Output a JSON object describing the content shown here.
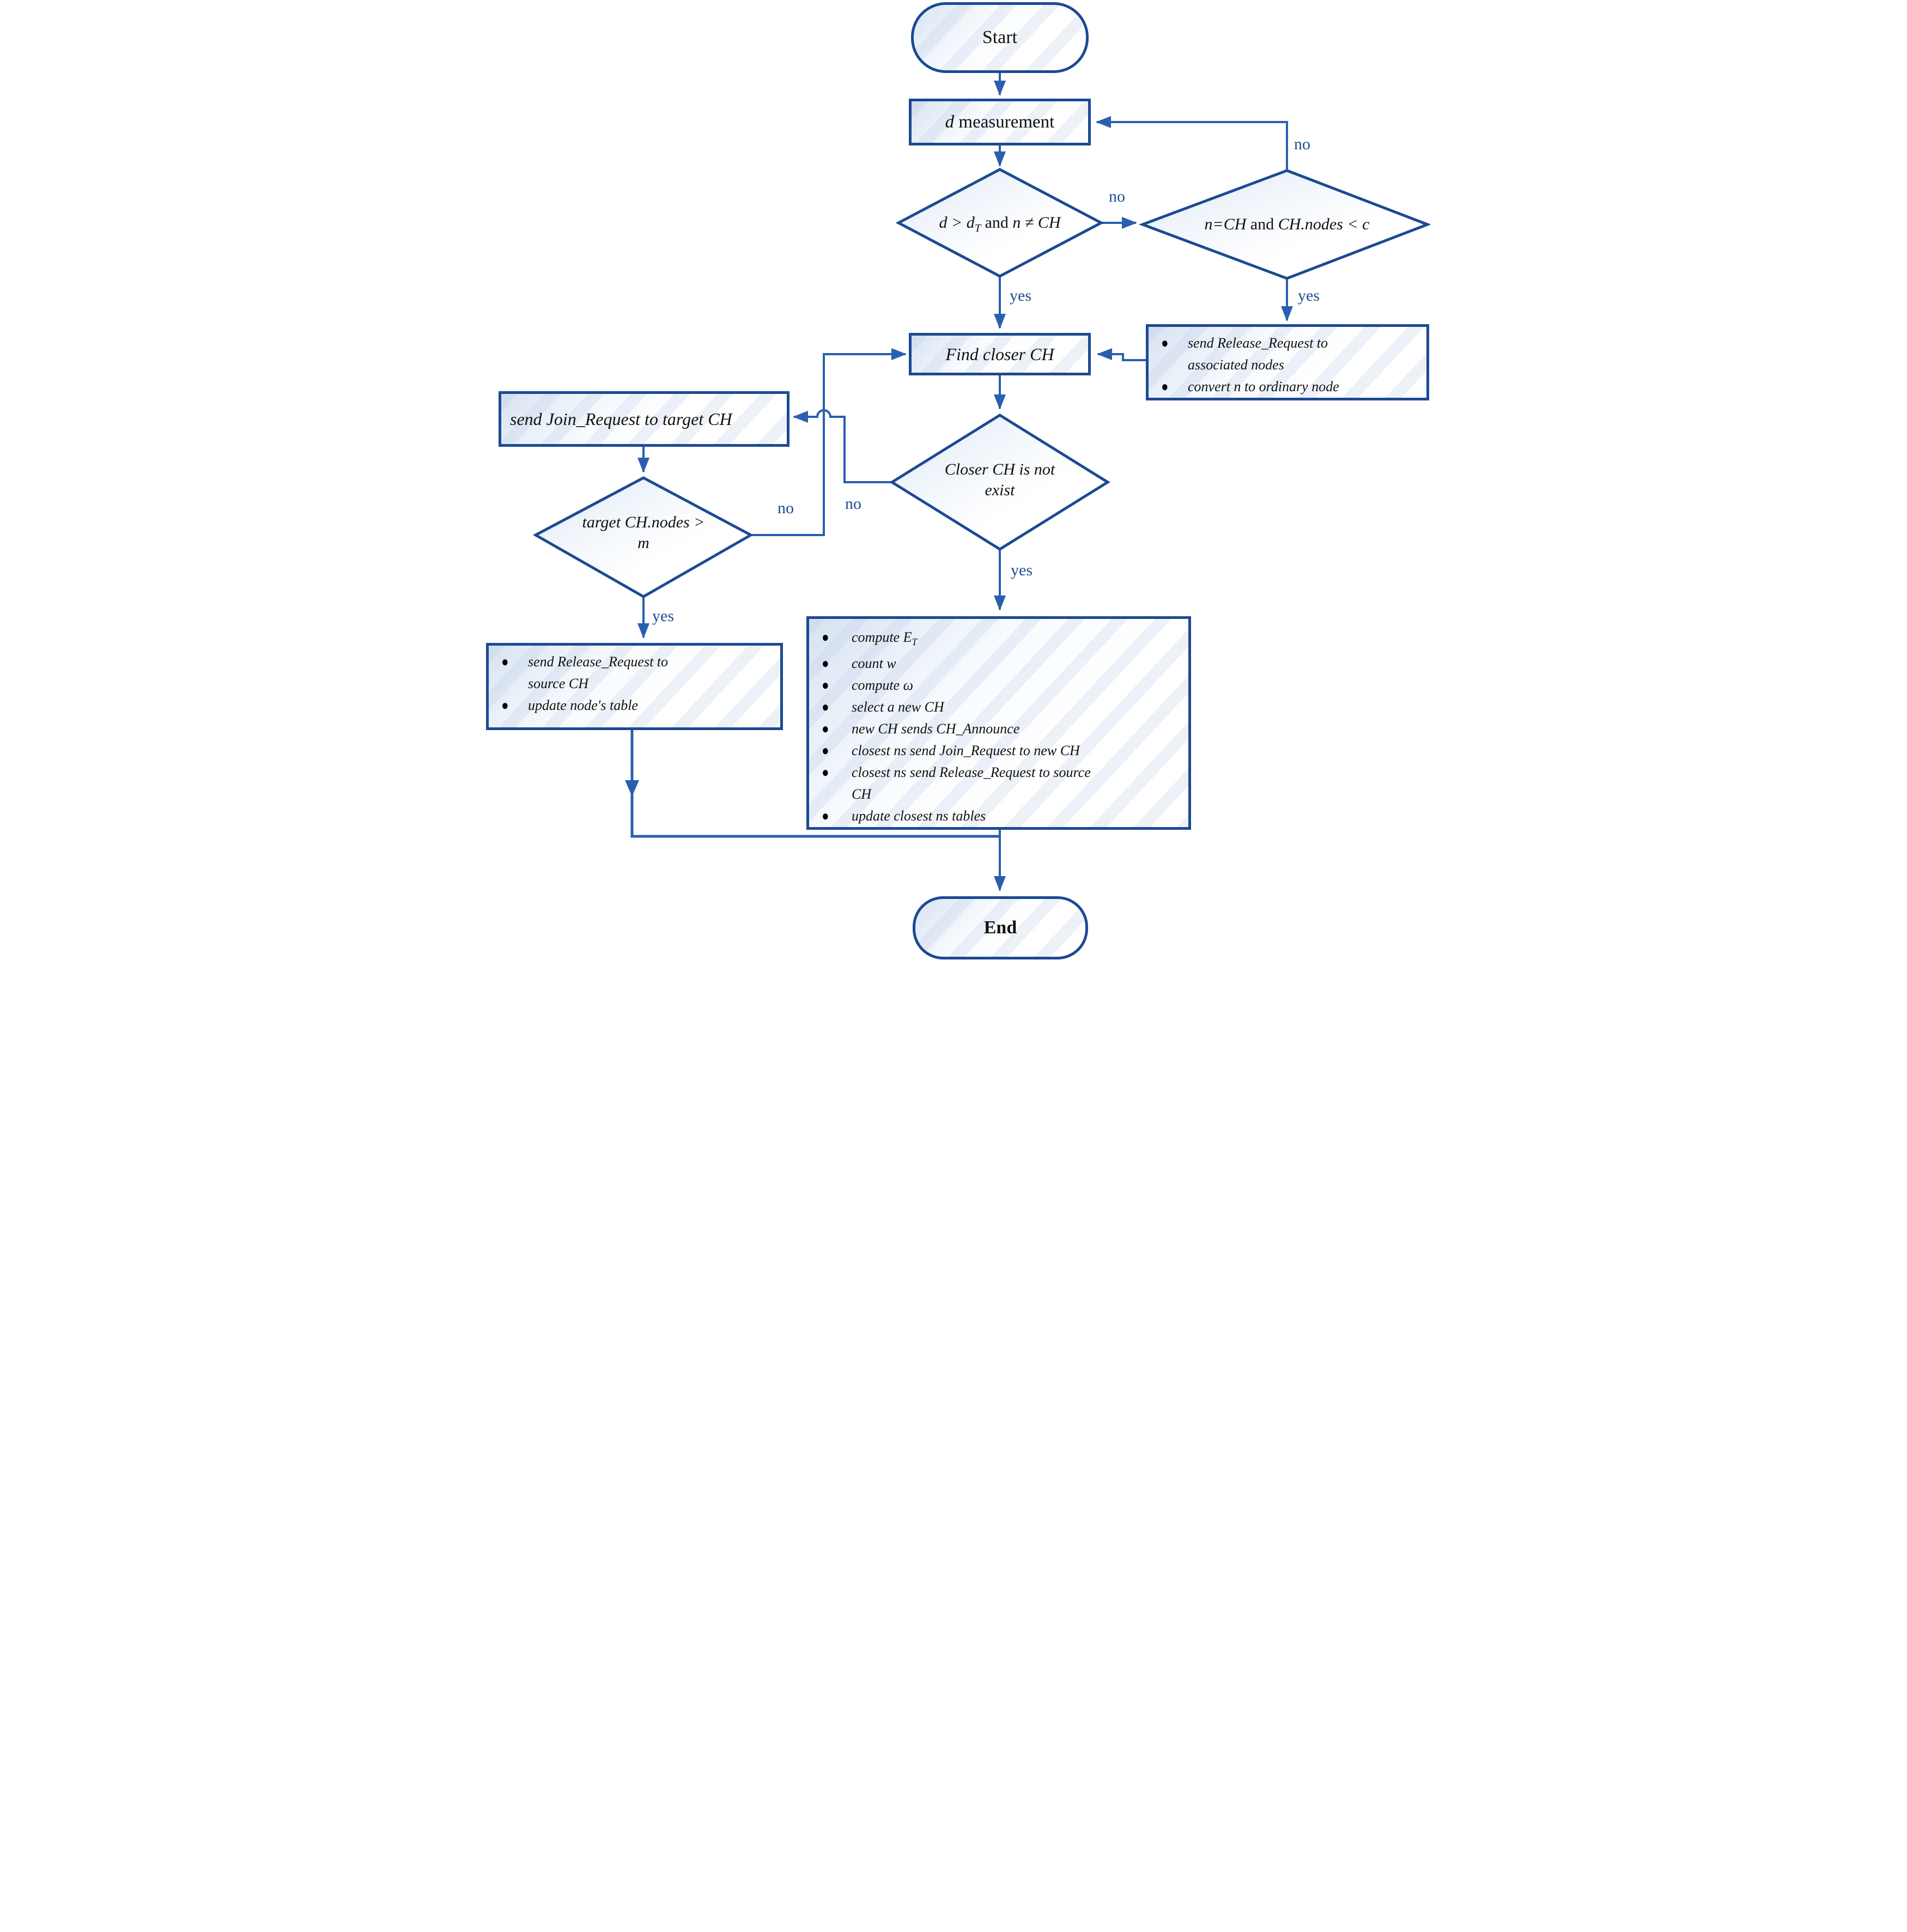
{
  "colors": {
    "line": "#2a5fb0",
    "node_border": "#1c4a92",
    "edge_label": "#1f4d93",
    "node_fill_tint": "#d7e2f1"
  },
  "icons": {
    "bullet": "●",
    "arrowhead": "▼"
  },
  "nodes": {
    "start": {
      "label": "Start"
    },
    "d_measurement": {
      "var": "d",
      "rest": " measurement"
    },
    "decision1": {
      "p1": "d > d",
      "p1_sub": "T",
      "conj": " and ",
      "p2": "n ≠ CH"
    },
    "decision2": {
      "p1": "n=CH",
      "conj": " and ",
      "p2": "CH.nodes < c"
    },
    "find_closer": {
      "label": "Find closer CH"
    },
    "release_assoc": {
      "items": [
        {
          "text": "send Release_Request to associated nodes"
        },
        {
          "text": "convert n to ordinary node"
        }
      ]
    },
    "join_request": {
      "label": "send Join_Request to target CH"
    },
    "closer_not_exist": {
      "line1": "Closer CH is not",
      "line2": "exist"
    },
    "target_nodes": {
      "line1": "target CH.nodes >",
      "line2": "m"
    },
    "release_source": {
      "items": [
        {
          "text": "send Release_Request to source CH"
        },
        {
          "text": "update node's table"
        }
      ]
    },
    "actions": {
      "items": [
        {
          "text": "compute E",
          "sub": "T"
        },
        {
          "text": "count w"
        },
        {
          "text": "compute  ω"
        },
        {
          "text": "select a new CH"
        },
        {
          "text": "new CH sends CH_Announce"
        },
        {
          "text": "closest ns send Join_Request to new CH"
        },
        {
          "text": "closest ns send Release_Request to source CH"
        },
        {
          "text": "update closest ns tables"
        }
      ]
    },
    "end": {
      "label": "End"
    }
  },
  "edge_labels": {
    "d1_no": "no",
    "d1_yes": "yes",
    "d2_no": "no",
    "d2_yes": "yes",
    "closer_no": "no",
    "closer_yes": "yes",
    "target_no": "no",
    "target_yes": "yes"
  }
}
